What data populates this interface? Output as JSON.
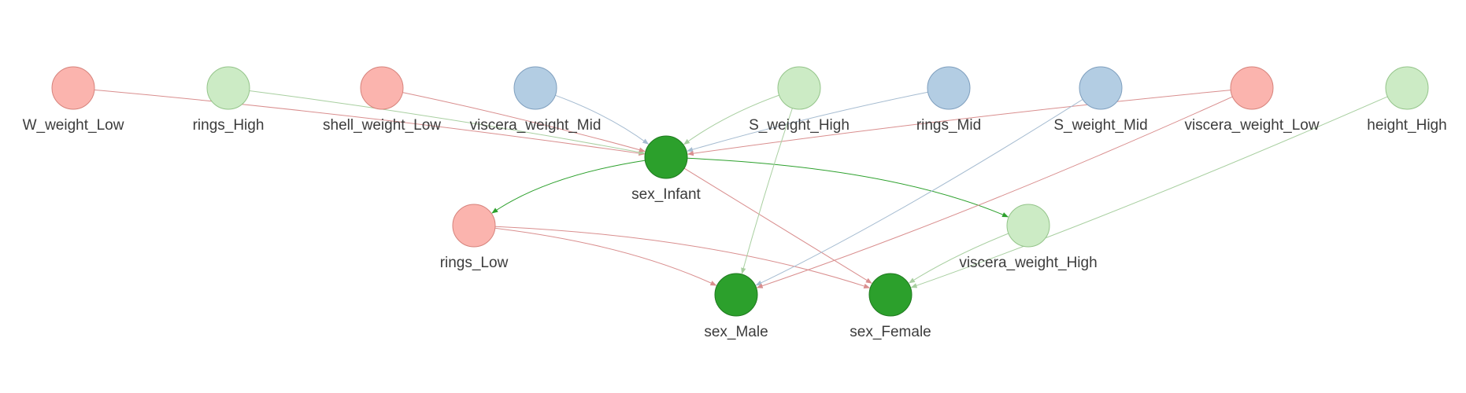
{
  "colors": {
    "low": "#fbb4ae",
    "low_stroke": "#d6837c",
    "high": "#ccebc5",
    "high_stroke": "#94c48a",
    "mid": "#b3cde3",
    "mid_stroke": "#7f9fbe",
    "target": "#2ca02c",
    "target_stroke": "#1f7a1f",
    "edge_low": "#d98e8e",
    "edge_high": "#a8cfa0",
    "edge_mid": "#a6bcd1",
    "edge_target": "#2ca02c"
  },
  "nodes": [
    {
      "id": "W_weight_Low",
      "label": "W_weight_Low",
      "kind": "low"
    },
    {
      "id": "rings_High",
      "label": "rings_High",
      "kind": "high"
    },
    {
      "id": "shell_weight_Low",
      "label": "shell_weight_Low",
      "kind": "low"
    },
    {
      "id": "viscera_weight_Mid",
      "label": "viscera_weight_Mid",
      "kind": "mid"
    },
    {
      "id": "S_weight_High",
      "label": "S_weight_High",
      "kind": "high"
    },
    {
      "id": "rings_Mid",
      "label": "rings_Mid",
      "kind": "mid"
    },
    {
      "id": "S_weight_Mid",
      "label": "S_weight_Mid",
      "kind": "mid"
    },
    {
      "id": "viscera_weight_Low",
      "label": "viscera_weight_Low",
      "kind": "low"
    },
    {
      "id": "height_High",
      "label": "height_High",
      "kind": "high"
    },
    {
      "id": "sex_Infant",
      "label": "sex_Infant",
      "kind": "target"
    },
    {
      "id": "rings_Low",
      "label": "rings_Low",
      "kind": "low"
    },
    {
      "id": "viscera_weight_High",
      "label": "viscera_weight_High",
      "kind": "high"
    },
    {
      "id": "sex_Male",
      "label": "sex_Male",
      "kind": "target"
    },
    {
      "id": "sex_Female",
      "label": "sex_Female",
      "kind": "target"
    }
  ],
  "edges": [
    {
      "source": "W_weight_Low",
      "target": "sex_Infant",
      "kind": "low"
    },
    {
      "source": "rings_High",
      "target": "sex_Infant",
      "kind": "high"
    },
    {
      "source": "shell_weight_Low",
      "target": "sex_Infant",
      "kind": "low"
    },
    {
      "source": "viscera_weight_Mid",
      "target": "sex_Infant",
      "kind": "mid"
    },
    {
      "source": "S_weight_High",
      "target": "sex_Infant",
      "kind": "high"
    },
    {
      "source": "rings_Mid",
      "target": "sex_Infant",
      "kind": "mid"
    },
    {
      "source": "viscera_weight_Low",
      "target": "sex_Infant",
      "kind": "low"
    },
    {
      "source": "sex_Infant",
      "target": "rings_Low",
      "kind": "target"
    },
    {
      "source": "sex_Infant",
      "target": "viscera_weight_High",
      "kind": "target"
    },
    {
      "source": "sex_Infant",
      "target": "sex_Female",
      "kind": "low"
    },
    {
      "source": "rings_Low",
      "target": "sex_Male",
      "kind": "low"
    },
    {
      "source": "rings_Low",
      "target": "sex_Female",
      "kind": "low"
    },
    {
      "source": "S_weight_High",
      "target": "sex_Male",
      "kind": "high"
    },
    {
      "source": "S_weight_Mid",
      "target": "sex_Male",
      "kind": "mid"
    },
    {
      "source": "viscera_weight_Low",
      "target": "sex_Male",
      "kind": "low"
    },
    {
      "source": "height_High",
      "target": "sex_Female",
      "kind": "high"
    },
    {
      "source": "viscera_weight_High",
      "target": "sex_Female",
      "kind": "high"
    }
  ]
}
